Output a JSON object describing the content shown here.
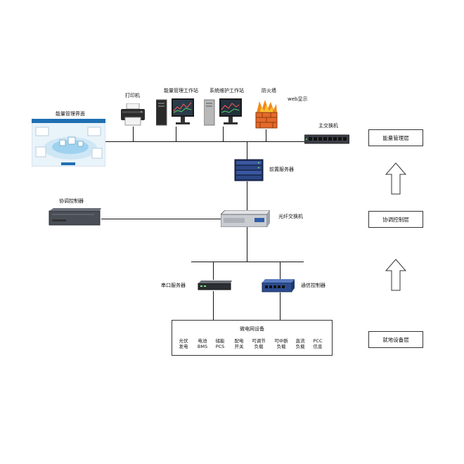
{
  "devices": {
    "printer": "打印机",
    "energy_workstation": "能量管理工作站",
    "maintenance_workstation": "系统维护工作站",
    "firewall": "防火墙",
    "web_display": "web显示",
    "energy_ui": "能量管理界面",
    "main_switch": "主交换机",
    "front_server": "前置服务器",
    "coord_controller": "协调控制器",
    "fiber_switch": "光纤交换机",
    "serial_server": "串口服务器",
    "comm_controller": "通信控制器"
  },
  "microgrid": {
    "title": "微电网设备",
    "items": [
      {
        "line1": "光伏",
        "line2": "发电"
      },
      {
        "line1": "电池",
        "line2": "BMS"
      },
      {
        "line1": "储能",
        "line2": "PCS"
      },
      {
        "line1": "配电",
        "line2": "开关"
      },
      {
        "line1": "可调节",
        "line2": "负载"
      },
      {
        "line1": "可中断",
        "line2": "负载"
      },
      {
        "line1": "直流",
        "line2": "负载"
      },
      {
        "line1": "PCC",
        "line2": "信息"
      }
    ]
  },
  "layers": {
    "energy": "能量管理层",
    "coordination": "协调控制层",
    "local": "就地设备层"
  }
}
